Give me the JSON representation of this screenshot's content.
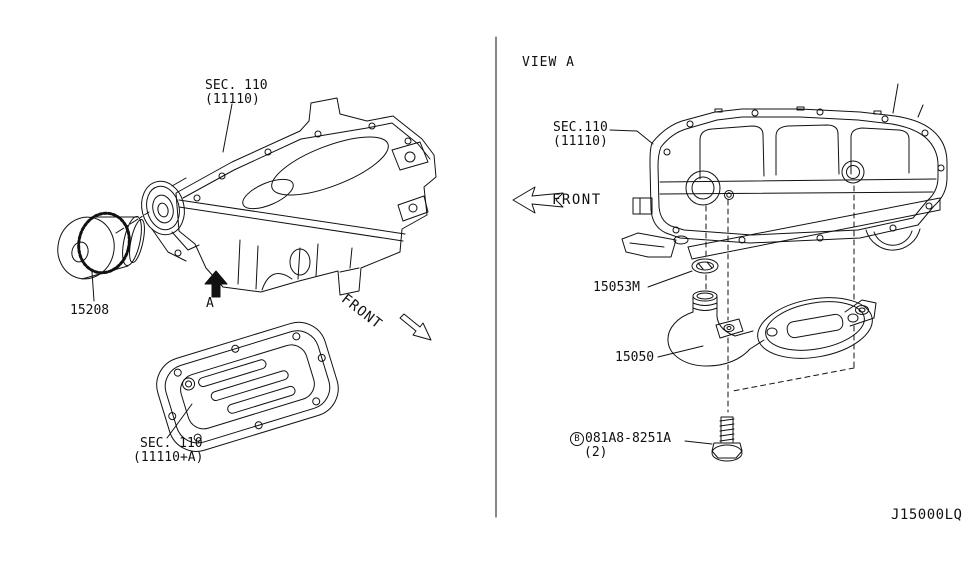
{
  "figure_code": "J15000LQ",
  "left_view": {
    "sec110_upper": {
      "line1": "SEC. 110",
      "line2": "(11110)"
    },
    "oil_filter_part": "15208",
    "view_marker": "A",
    "front_label": "FRONT",
    "sec110_lower": {
      "line1": "SEC. 110",
      "line2": "(11110+A)"
    }
  },
  "right_view": {
    "title": "VIEW A",
    "sec110": {
      "line1": "SEC.110",
      "line2": "(11110)"
    },
    "front_label": "FRONT",
    "oring_part": "15053M",
    "strainer_part": "15050",
    "bolt": {
      "prefix": "B",
      "code": "081A8-8251A",
      "qty": "(2)"
    }
  },
  "colors": {
    "line": "#111111",
    "background": "#ffffff"
  }
}
